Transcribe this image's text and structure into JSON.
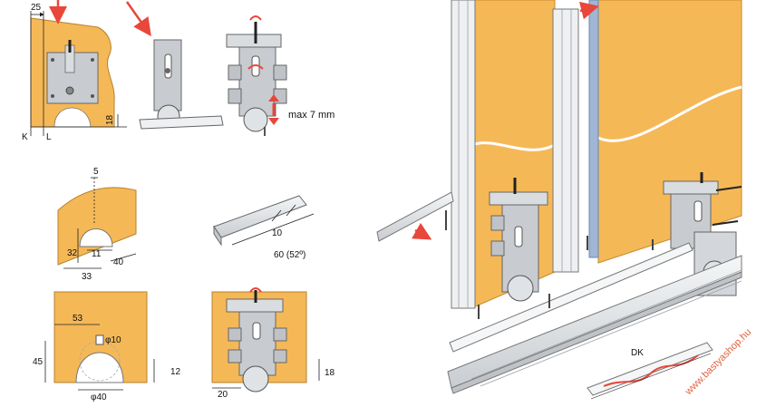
{
  "colors": {
    "panel": "#f5b857",
    "panel_edge": "#c98a2e",
    "metal": "#c8ccd0",
    "metal_dark": "#8e959b",
    "rail": "#dfe3e6",
    "accent_red": "#e8473a",
    "glass": "#9fb6d6",
    "watermark": "#e0623f"
  },
  "labels": {
    "dim_25": "25",
    "letter_k": "K",
    "letter_l": "L",
    "dim_18_a": "18",
    "max_travel": "max 7 mm",
    "dim_5": "5",
    "dim_32": "32",
    "dim_11": "11",
    "dim_40_b": "40",
    "dim_33": "33",
    "dim_10": "10",
    "dim_60": "60 (52º)",
    "dim_53": "53",
    "dim_phi10": "φ10",
    "dim_45": "45",
    "dim_12": "12",
    "dim_phi40": "φ40",
    "dim_18_b": "18",
    "dim_20": "20",
    "dk": "DK",
    "watermark": "www.bastyashop.hu"
  }
}
